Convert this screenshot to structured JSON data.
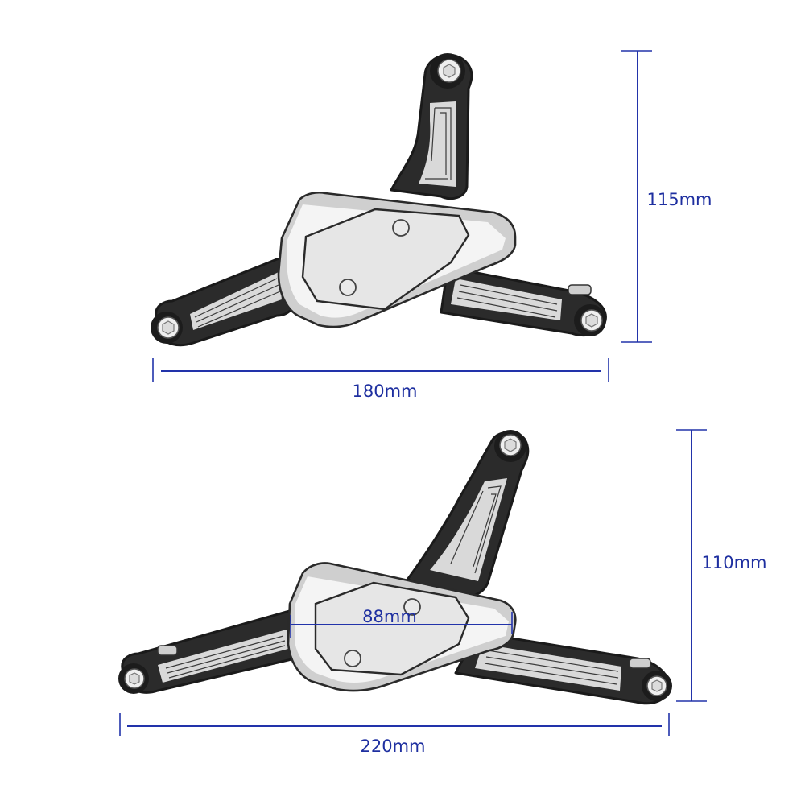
{
  "figure_top": {
    "height_label": "115mm",
    "width_label": "180mm"
  },
  "figure_bottom": {
    "height_label": "110mm",
    "width_label": "220mm",
    "inner_width_label": "88mm"
  },
  "colors": {
    "dimension": "#2233aa",
    "dimension_text": "#1e2fa0",
    "part_dark": "#1a1a1a",
    "part_light": "#f4f4f4"
  }
}
